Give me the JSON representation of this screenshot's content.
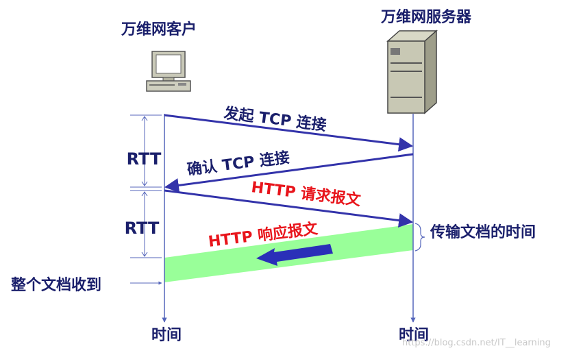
{
  "client_title": "万维网客户",
  "server_title": "万维网服务器",
  "rtt_label_1": "RTT",
  "rtt_label_2": "RTT",
  "msg_tcp_syn": "发起 TCP 连接",
  "msg_tcp_ack": "确认 TCP 连接",
  "msg_http_request": "HTTP 请求报文",
  "msg_http_response": "HTTP 响应报文",
  "transfer_time_label": "传输文档的时间",
  "doc_received_label": "整个文档收到",
  "client_time_label": "时间",
  "server_time_label": "时间",
  "watermark": "https://blog.csdn.net/IT__learning",
  "colors": {
    "arrow": "#3333aa",
    "timeline": "#5566bb",
    "green_band": "#99ff99",
    "response_arrow": "#2a2fb8",
    "http_text": "#e8141b",
    "label_text": "#1a1f6b"
  },
  "icons": [
    "computer-icon",
    "server-icon"
  ]
}
